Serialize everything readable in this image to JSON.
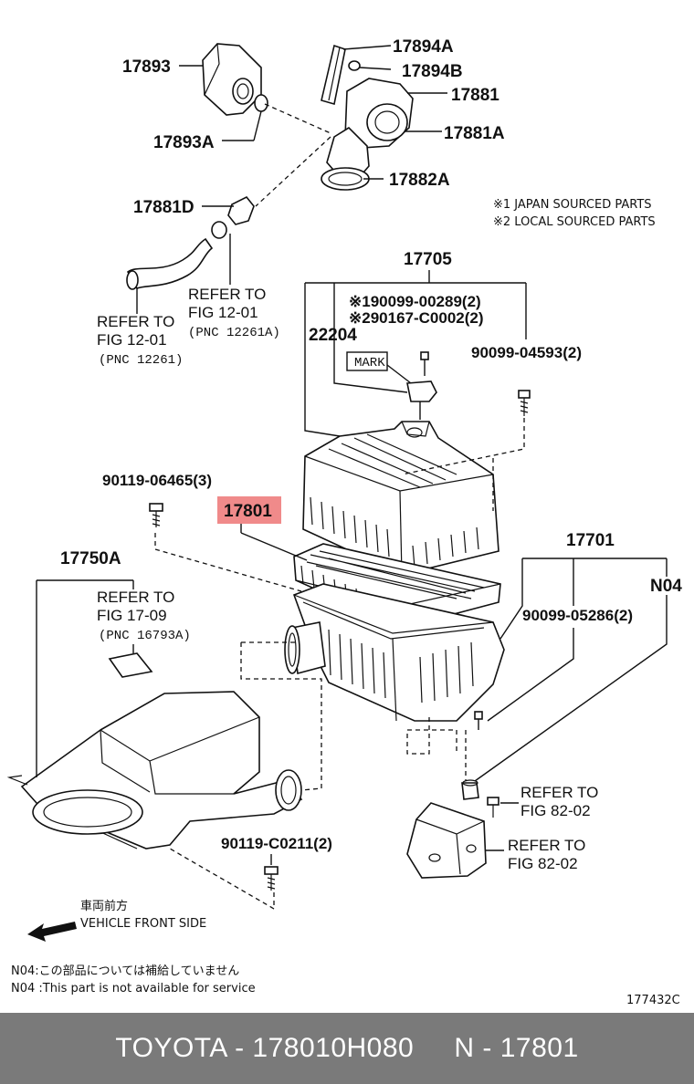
{
  "parts": {
    "p17893": "17893",
    "p17893A": "17893A",
    "p17894A": "17894A",
    "p17894B": "17894B",
    "p17881": "17881",
    "p17881A": "17881A",
    "p17882A": "17882A",
    "p17881D": "17881D",
    "p17705": "17705",
    "p22204": "22204",
    "p90099_00289": "※190099-00289(2)",
    "p90167_C0002": "※290167-C0002(2)",
    "p90099_04593": "90099-04593(2)",
    "p90119_06465": "90119-06465(3)",
    "p17801": "17801",
    "p17701": "17701",
    "pN04": "N04",
    "p17750A": "17750A",
    "p90099_05286": "90099-05286(2)",
    "p90119_C0211": "90119-C0211(2)"
  },
  "legend": {
    "japan": "※1 JAPAN SOURCED PARTS",
    "local": "※2 LOCAL SOURCED PARTS"
  },
  "refs": {
    "ref_12_01_a": {
      "l1": "REFER TO",
      "l2": "FIG 12-01",
      "l3": "(PNC 12261A)"
    },
    "ref_12_01_b": {
      "l1": "REFER TO",
      "l2": "FIG 12-01",
      "l3": "(PNC 12261)"
    },
    "ref_17_09": {
      "l1": "REFER TO",
      "l2": "FIG 17-09",
      "l3": "(PNC 16793A)"
    },
    "ref_82_02_a": {
      "l1": "REFER TO",
      "l2": "FIG 82-02"
    },
    "ref_82_02_b": {
      "l1": "REFER TO",
      "l2": "FIG 82-02"
    }
  },
  "mark_label": "MARK",
  "front": {
    "jp": "車両前方",
    "en": "VEHICLE FRONT SIDE"
  },
  "notes": {
    "jp": "N04:この部品については補給していません",
    "en": "N04 :This part is not available for service"
  },
  "figure_code": "177432C",
  "footer": "TOYOTA - 178010H080     N - 17801"
}
